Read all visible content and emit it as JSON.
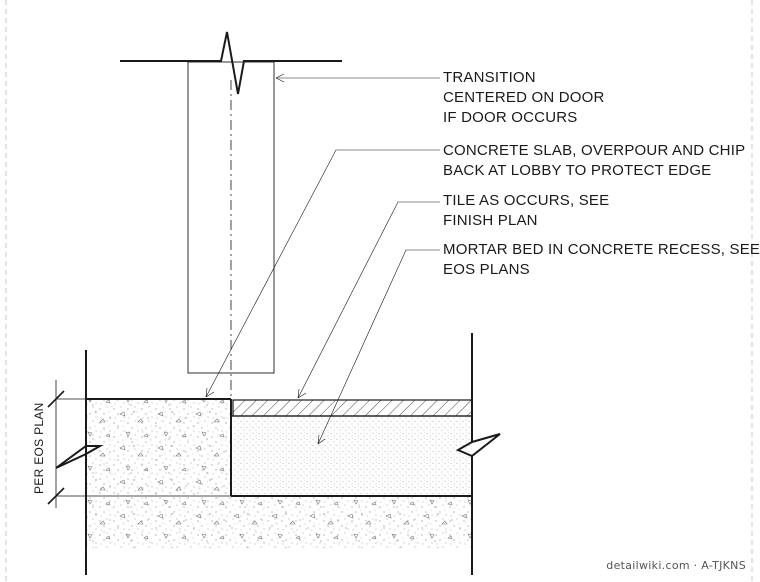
{
  "notes": {
    "transition": [
      "TRANSITION",
      "CENTERED ON DOOR",
      "IF DOOR OCCURS"
    ],
    "concrete_slab": [
      "CONCRETE SLAB, OVERPOUR AND CHIP",
      "BACK AT LOBBY TO PROTECT EDGE"
    ],
    "tile": [
      "TILE AS OCCURS, SEE",
      "FINISH PLAN"
    ],
    "mortar_bed": [
      "MORTAR BED IN CONCRETE RECESS, SEE",
      "EOS PLANS"
    ]
  },
  "dimension_label": "PER EOS PLAN",
  "credit": "detailwiki.com · A-TJKNS",
  "colors": {
    "line": "#1a1a1a",
    "dash_border": "#c8c8c8",
    "stipple": "#8a8a8a"
  }
}
